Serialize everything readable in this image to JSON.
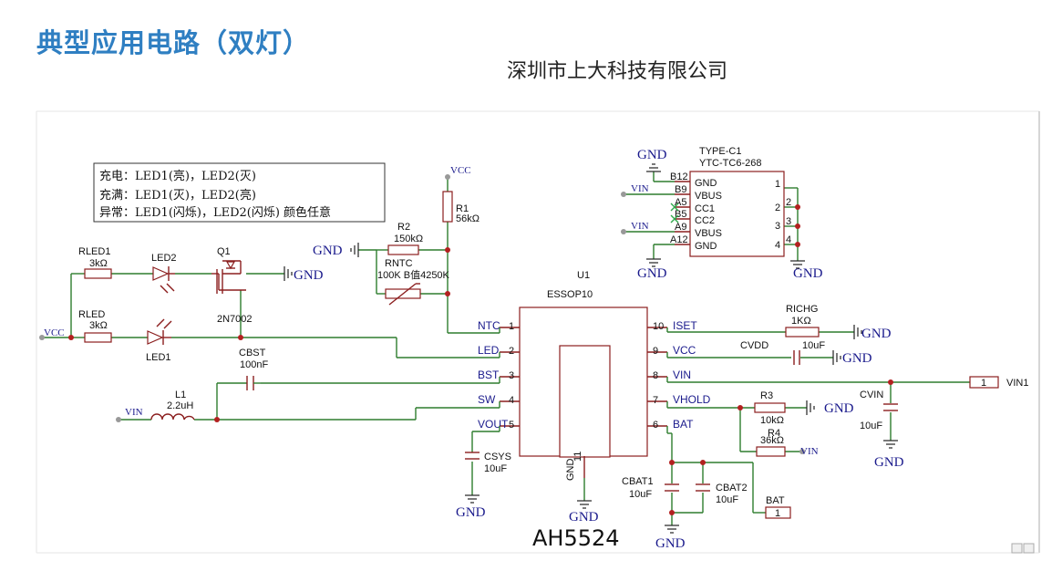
{
  "title": "典型应用电路（双灯）",
  "company": "深圳市上大科技有限公司",
  "product": "AH5524",
  "notes": [
    "充电：LED1(亮)，LED2(灭)",
    "充满：LED1(灭)，LED2(亮)",
    "异常：LED1(闪烁)，LED2(闪烁) 颜色任意"
  ],
  "net": {
    "vcc": "VCC",
    "gnd": "GND",
    "vin": "VIN"
  },
  "u1": {
    "ref": "U1",
    "pkg": "ESSOP10",
    "gnd_pin": "GND",
    "gnd_num": "11",
    "left_pins": [
      {
        "num": "1",
        "name": "NTC"
      },
      {
        "num": "2",
        "name": "LED"
      },
      {
        "num": "3",
        "name": "BST"
      },
      {
        "num": "4",
        "name": "SW"
      },
      {
        "num": "5",
        "name": "VOUT"
      }
    ],
    "right_pins": [
      {
        "num": "10",
        "name": "ISET"
      },
      {
        "num": "9",
        "name": "VCC"
      },
      {
        "num": "8",
        "name": "VIN"
      },
      {
        "num": "7",
        "name": "VHOLD"
      },
      {
        "num": "6",
        "name": "BAT"
      }
    ]
  },
  "conn": {
    "ref": "TYPE-C1",
    "part": "YTC-TC6-268",
    "pins": [
      {
        "pad": "B12",
        "name": "GND"
      },
      {
        "pad": "B9",
        "name": "VBUS"
      },
      {
        "pad": "A5",
        "name": "CC1"
      },
      {
        "pad": "B5",
        "name": "CC2"
      },
      {
        "pad": "A9",
        "name": "VBUS"
      },
      {
        "pad": "A12",
        "name": "GND"
      }
    ],
    "right_nums": [
      "1",
      "2",
      "3",
      "4"
    ],
    "rnum_2": "2",
    "rnum_3": "3",
    "rnum_4": "4"
  },
  "parts": {
    "r1": {
      "ref": "R1",
      "val": "56kΩ"
    },
    "r2": {
      "ref": "R2",
      "val": "150kΩ"
    },
    "rntc": {
      "ref": "RNTC",
      "val": "100K B值4250K"
    },
    "rled1": {
      "ref": "RLED1",
      "val": "3kΩ"
    },
    "rled": {
      "ref": "RLED",
      "val": "3kΩ"
    },
    "led2": {
      "ref": "LED2"
    },
    "led1": {
      "ref": "LED1"
    },
    "q1": {
      "ref": "Q1",
      "val": "2N7002"
    },
    "cbst": {
      "ref": "CBST",
      "val": "100nF"
    },
    "l1": {
      "ref": "L1",
      "val": "2.2uH"
    },
    "csys": {
      "ref": "CSYS",
      "val": "10uF"
    },
    "richg": {
      "ref": "RICHG",
      "val": "1KΩ"
    },
    "cvdd": {
      "ref": "CVDD",
      "val": "10uF"
    },
    "cvin": {
      "ref": "CVIN",
      "val": "10uF"
    },
    "r3": {
      "ref": "R3",
      "val": "10kΩ"
    },
    "r4": {
      "ref": "R4",
      "val": "36kΩ"
    },
    "cbat1": {
      "ref": "CBAT1",
      "val": "10uF"
    },
    "cbat2": {
      "ref": "CBAT2",
      "val": "10uF"
    },
    "vin1": {
      "num": "1",
      "label": "VIN1"
    },
    "bat": {
      "num": "1",
      "label": "BAT"
    }
  }
}
